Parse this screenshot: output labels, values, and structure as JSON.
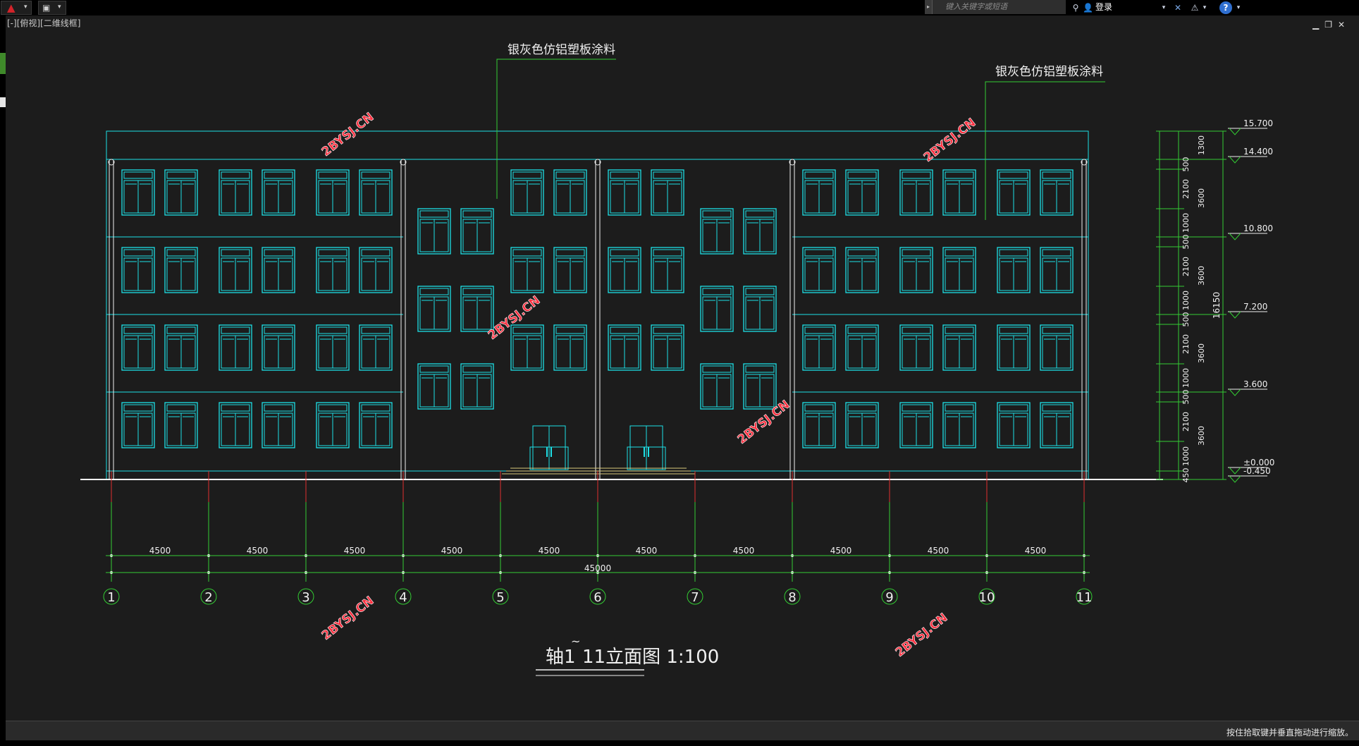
{
  "toolbar": {
    "search_placeholder": "键入关键字或短语",
    "login_label": "登录"
  },
  "viewport": {
    "label": "[-][俯视][二维线框]"
  },
  "drawing": {
    "callout_left": "银灰色仿铝塑板涂料",
    "callout_right": "银灰色仿铝塑板涂料",
    "title_prefix": "轴1",
    "title_tilde": "~",
    "title_suffix": "11立面图 1:100",
    "watermark": "2BYSJ.CN",
    "axis_labels": [
      "1",
      "2",
      "3",
      "4",
      "5",
      "6",
      "7",
      "8",
      "9",
      "10",
      "11"
    ],
    "bay_dims": [
      "4500",
      "4500",
      "4500",
      "4500",
      "4500",
      "4500",
      "4500",
      "4500",
      "4500",
      "4500"
    ],
    "total_dim": "45000",
    "levels": [
      "15.700",
      "14.400",
      "10.800",
      "7.200",
      "3.600",
      "±0.000",
      "-0.450"
    ],
    "vdims_outer": [
      "1300",
      "3600",
      "3600",
      "3600",
      "3600"
    ],
    "vdims_inner": [
      "500",
      "2100",
      "1000",
      "500",
      "2100",
      "1000",
      "500",
      "2100",
      "1000",
      "500",
      "2100",
      "1000",
      "450"
    ],
    "vdim_total": "16150"
  },
  "status": {
    "text": "按住拾取键并垂直拖动进行缩放。"
  }
}
